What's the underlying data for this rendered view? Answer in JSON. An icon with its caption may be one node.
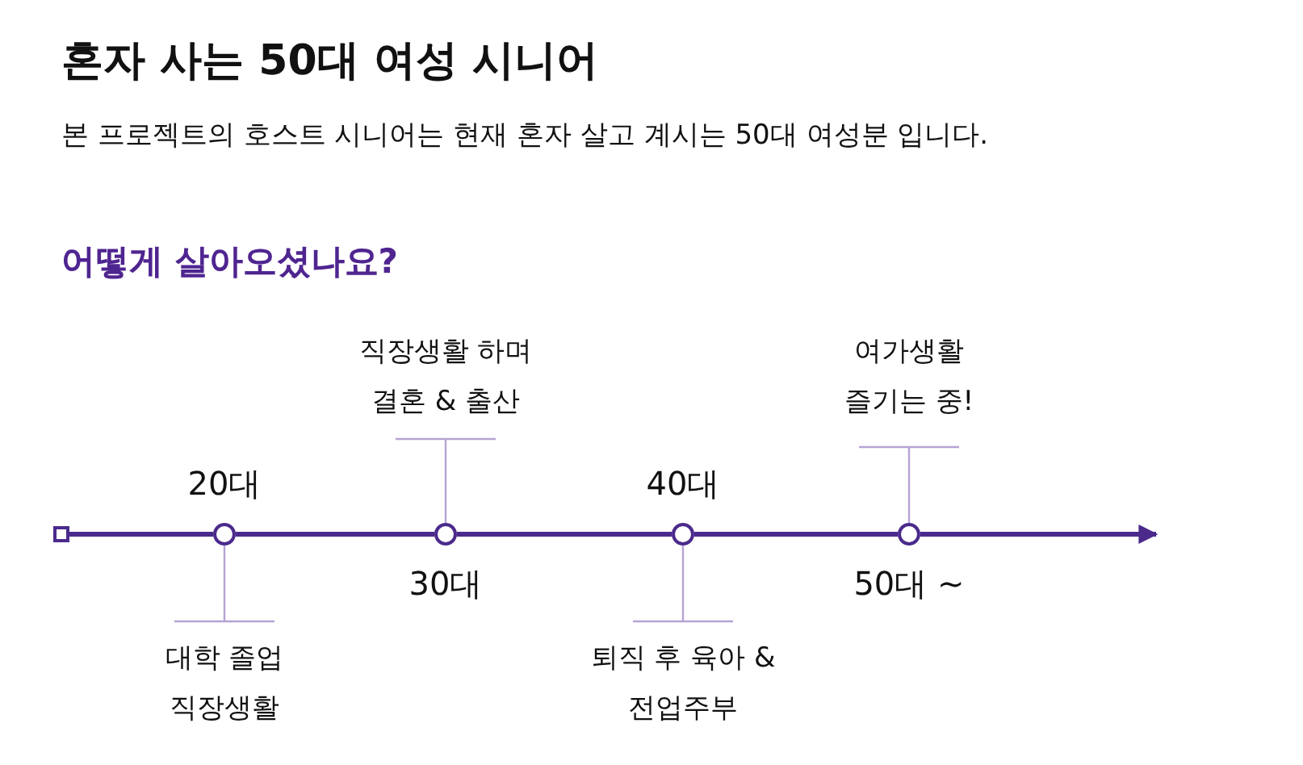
{
  "diagram": {
    "title": "혼자 사는 50대 여성 시니어",
    "nodes": [
      {
        "text": [],
        "shape": "box"
      },
      {
        "text": [],
        "shape": "circle",
        "beside": [
          "20대"
        ]
      },
      {
        "text": [],
        "shape": "circle",
        "beside": [
          "30대"
        ]
      },
      {
        "text": [],
        "shape": "circle",
        "beside": [
          "40대"
        ]
      },
      {
        "text": [],
        "shape": "circle",
        "beside": [
          "50대 ~"
        ]
      },
      {
        "text": [
          "대학 졸업 직장생활"
        ]
      },
      {
        "text": [
          "직장생활 하며 결혼 & 출산"
        ]
      },
      {
        "text": [
          "퇴직 후 육아 & 전업주부"
        ]
      },
      {
        "text": [
          "여가생활 즐기는 중!"
        ]
      }
    ],
    "edges": [
      {
        "from": 0,
        "to": 1,
        "arrow": "none"
      },
      {
        "from": 1,
        "to": 2,
        "arrow": "none"
      },
      {
        "from": 2,
        "to": 3,
        "arrow": "none"
      },
      {
        "from": 3,
        "to": 4,
        "arrow": "none"
      },
      {
        "from": 4,
        "to": null,
        "arrow": "to"
      },
      {
        "from": 5,
        "to": 1,
        "arrow": "none",
        "color": "#b6a3d4"
      },
      {
        "from": 6,
        "to": 2,
        "arrow": "none",
        "color": "#b6a3d4"
      },
      {
        "from": 7,
        "to": 3,
        "arrow": "none",
        "color": "#b6a3d4"
      },
      {
        "from": 8,
        "to": 4,
        "arrow": "none",
        "color": "#b6a3d4"
      }
    ],
    "labels": [
      "본 프로젝트의 호스트 시니어는 현재 혼자 살고 계시는 50대 여성분 입니다.",
      "어떻게 살아오셨나요?"
    ]
  }
}
